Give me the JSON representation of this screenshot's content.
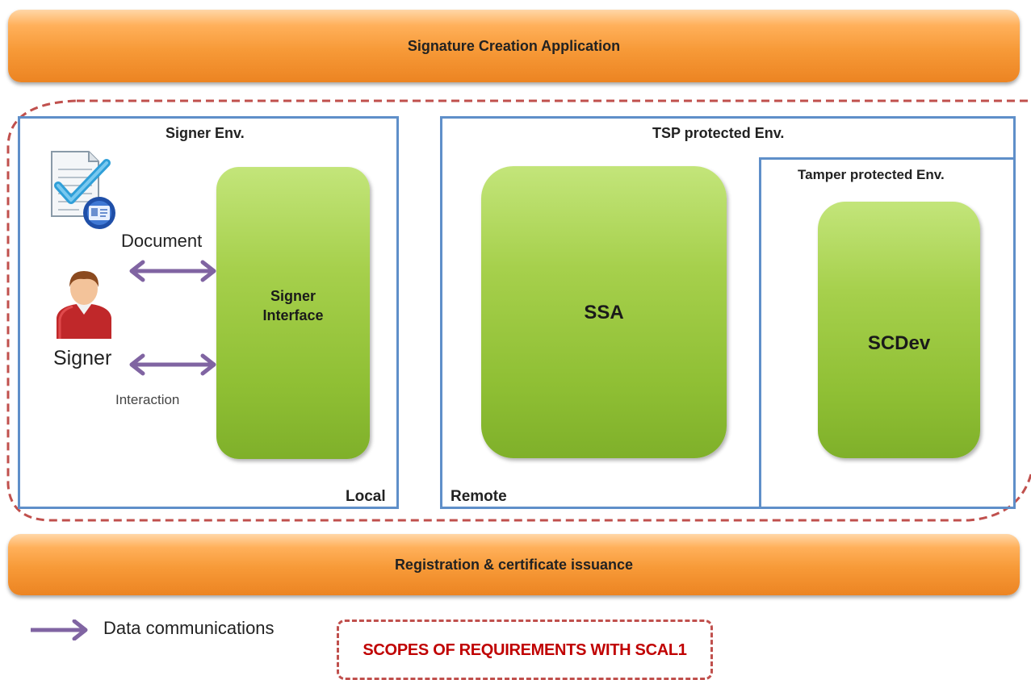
{
  "top_bar": {
    "label": "Signature Creation Application"
  },
  "bottom_bar": {
    "label": "Registration & certificate issuance"
  },
  "signer_env": {
    "title": "Signer Env.",
    "corner_label": "Local",
    "document_label": "Document",
    "signer_label": "Signer",
    "interaction_label": "Interaction",
    "interface_box": {
      "line1": "Signer",
      "line2": "Interface"
    }
  },
  "tsp_env": {
    "title": "TSP protected Env.",
    "corner_label": "Remote",
    "ssa_box": {
      "label": "SSA"
    },
    "tamper_env": {
      "title": "Tamper protected Env.",
      "scdev_box": {
        "label": "SCDev"
      }
    }
  },
  "legend": {
    "arrow_label": "Data communications"
  },
  "scope_note": {
    "label": "SCOPES OF REQUIREMENTS WITH SCAL1"
  },
  "colors": {
    "orange_bar": "#f79a38",
    "green_box": "#9bc93e",
    "env_border": "#5f8fc9",
    "arrow": "#8064a2",
    "scope_dash": "#c0504d",
    "scope_text": "#c00000"
  },
  "icons": [
    "document-check-icon",
    "person-icon"
  ]
}
